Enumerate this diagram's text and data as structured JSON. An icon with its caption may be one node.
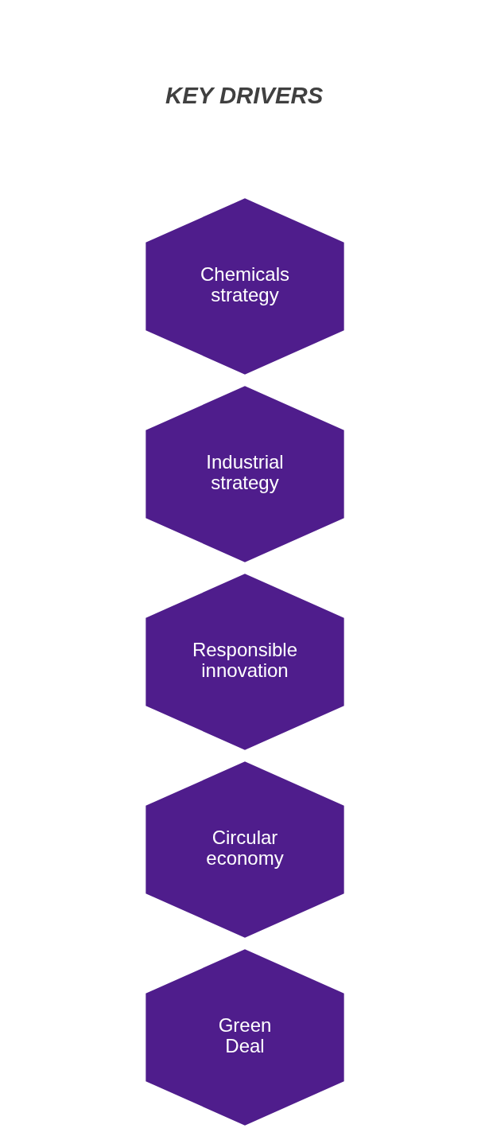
{
  "diagram": {
    "nodes": [
      {
        "text": [
          "Green Deal"
        ]
      },
      {
        "text": [
          "Circular economy"
        ]
      },
      {
        "text": [
          "Responsible innovation"
        ]
      },
      {
        "text": [
          "Industrial strategy"
        ]
      },
      {
        "text": [
          "Chemicals strategy"
        ]
      }
    ],
    "labels": [
      "KEY DRIVERS"
    ]
  }
}
